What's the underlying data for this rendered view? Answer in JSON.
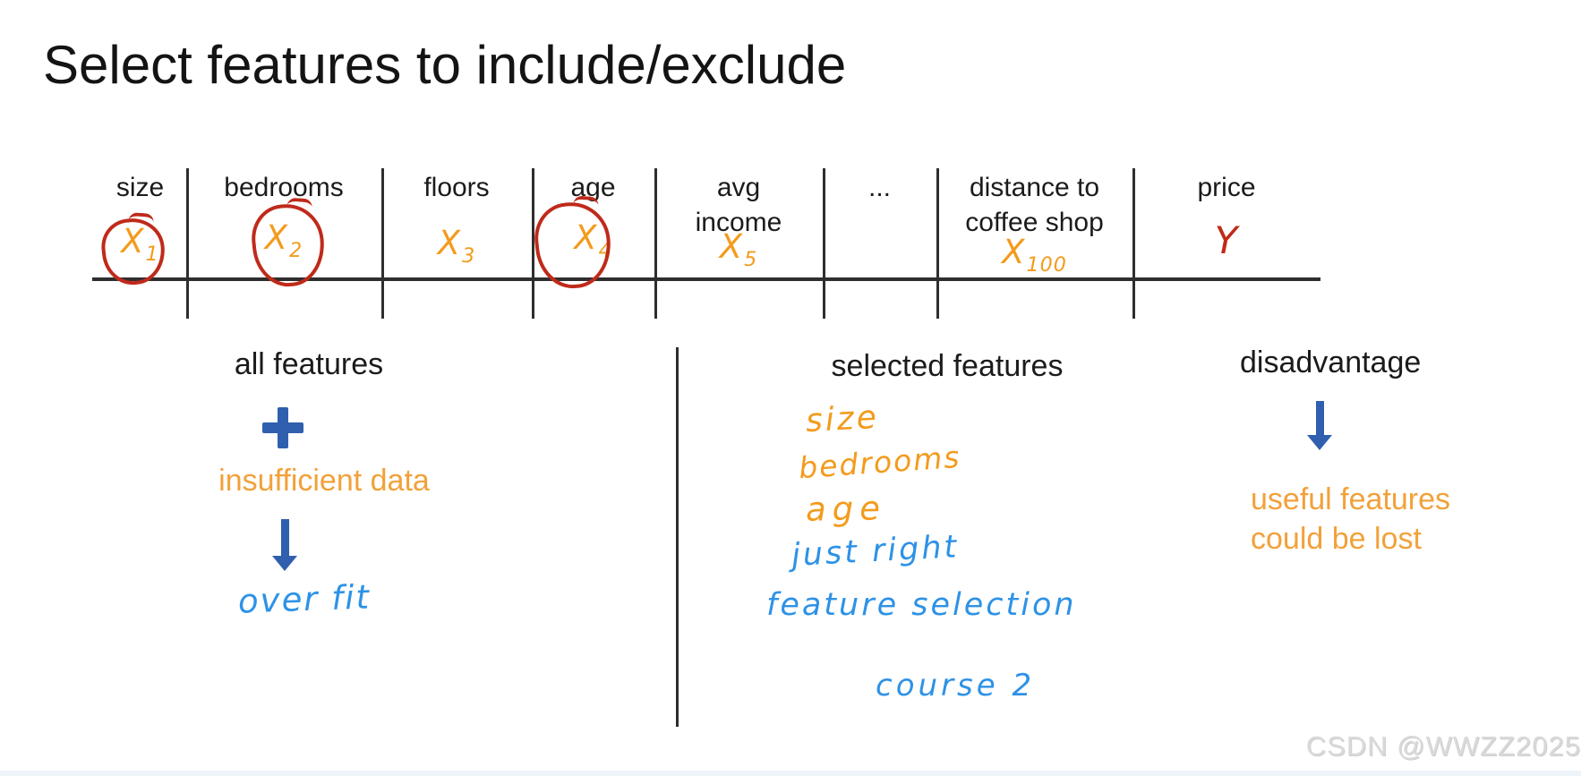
{
  "title": "Select features to include/exclude",
  "table": {
    "columns": [
      {
        "header": "size",
        "var": "X",
        "sub": "1",
        "circled": true,
        "ink": "orange"
      },
      {
        "header": "bedrooms",
        "var": "X",
        "sub": "2",
        "circled": true,
        "ink": "orange"
      },
      {
        "header": "floors",
        "var": "X",
        "sub": "3",
        "circled": false,
        "ink": "orange"
      },
      {
        "header": "age",
        "var": "X",
        "sub": "4",
        "circled": true,
        "ink": "orange"
      },
      {
        "header": "avg\nincome",
        "var": "X",
        "sub": "5",
        "circled": false,
        "ink": "orange"
      },
      {
        "header": "...",
        "var": "",
        "sub": "",
        "circled": false,
        "ink": "none"
      },
      {
        "header": "distance to\ncoffee shop",
        "var": "X",
        "sub": "100",
        "circled": false,
        "ink": "orange"
      },
      {
        "header": "price",
        "var": "Y",
        "sub": "",
        "circled": false,
        "ink": "red"
      }
    ]
  },
  "left_panel": {
    "heading": "all features",
    "note": "insufficient data",
    "result": "over fit"
  },
  "middle_panel": {
    "heading": "selected features",
    "features": {
      "0": "size",
      "1": "bedrooms",
      "2": "age"
    },
    "annotation": "just right",
    "method": "feature selection",
    "course": "course 2"
  },
  "right_panel": {
    "heading": "disadvantage",
    "note": "useful features\ncould be lost"
  },
  "watermark": "CSDN @WWZZ2025",
  "icons": {
    "plus-icon": "+",
    "down-arrow-icon": "↓",
    "red-circle": "hand-drawn ellipse"
  },
  "colors": {
    "orange": "#f2a13a",
    "hand_orange": "#f39b1d",
    "red": "#bf2a1a",
    "royal_blue": "#2f5fae",
    "light_blue": "#2e92e6",
    "text": "#1b1b1b",
    "line": "#2e2e2e",
    "watermark": "#d9d9d9"
  }
}
